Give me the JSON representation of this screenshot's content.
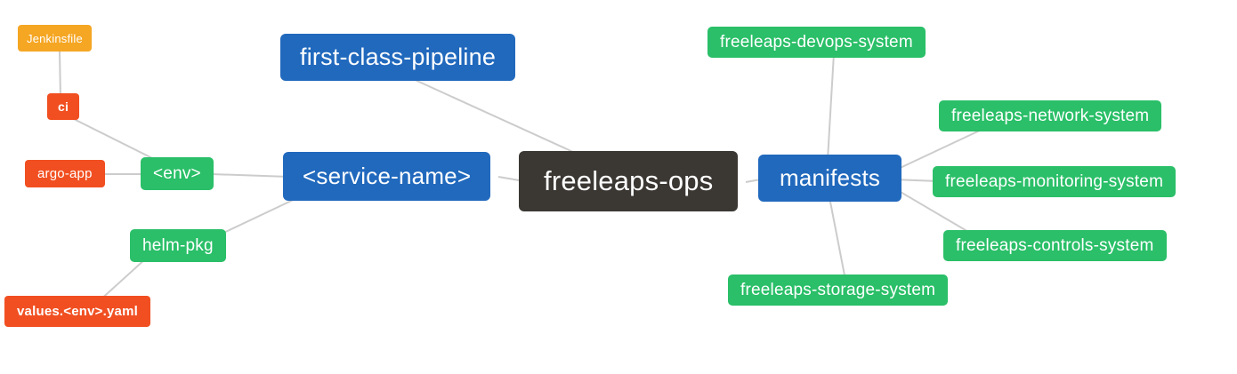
{
  "diagram": {
    "center": {
      "label": "freeleaps-ops"
    },
    "nodes": {
      "first_class_pipeline": {
        "label": "first-class-pipeline"
      },
      "service_name": {
        "label": "<service-name>"
      },
      "manifests": {
        "label": "manifests"
      },
      "env": {
        "label": "<env>"
      },
      "ci": {
        "label": "ci"
      },
      "jenkinsfile": {
        "label": "Jenkinsfile"
      },
      "argo_app": {
        "label": "argo-app"
      },
      "helm_pkg": {
        "label": "helm-pkg"
      },
      "values_env_yaml": {
        "label": "values.<env>.yaml"
      },
      "devops_system": {
        "label": "freeleaps-devops-system"
      },
      "network_system": {
        "label": "freeleaps-network-system"
      },
      "monitoring_system": {
        "label": "freeleaps-monitoring-system"
      },
      "controls_system": {
        "label": "freeleaps-controls-system"
      },
      "storage_system": {
        "label": "freeleaps-storage-system"
      }
    },
    "edges": [
      {
        "from": "freeleaps-ops",
        "to": "first-class-pipeline"
      },
      {
        "from": "freeleaps-ops",
        "to": "<service-name>"
      },
      {
        "from": "freeleaps-ops",
        "to": "manifests"
      },
      {
        "from": "<service-name>",
        "to": "<env>"
      },
      {
        "from": "<service-name>",
        "to": "helm-pkg"
      },
      {
        "from": "<env>",
        "to": "ci"
      },
      {
        "from": "<env>",
        "to": "argo-app"
      },
      {
        "from": "ci",
        "to": "Jenkinsfile"
      },
      {
        "from": "helm-pkg",
        "to": "values.<env>.yaml"
      },
      {
        "from": "manifests",
        "to": "freeleaps-devops-system"
      },
      {
        "from": "manifests",
        "to": "freeleaps-network-system"
      },
      {
        "from": "manifests",
        "to": "freeleaps-monitoring-system"
      },
      {
        "from": "manifests",
        "to": "freeleaps-controls-system"
      },
      {
        "from": "manifests",
        "to": "freeleaps-storage-system"
      }
    ],
    "colors": {
      "blue": "#2169bd",
      "green": "#2abf68",
      "red": "#f14f21",
      "amber": "#f5a623",
      "dark": "#3b3733",
      "edge": "#cccccc",
      "text": "#ffffff",
      "background": "#ffffff"
    }
  }
}
